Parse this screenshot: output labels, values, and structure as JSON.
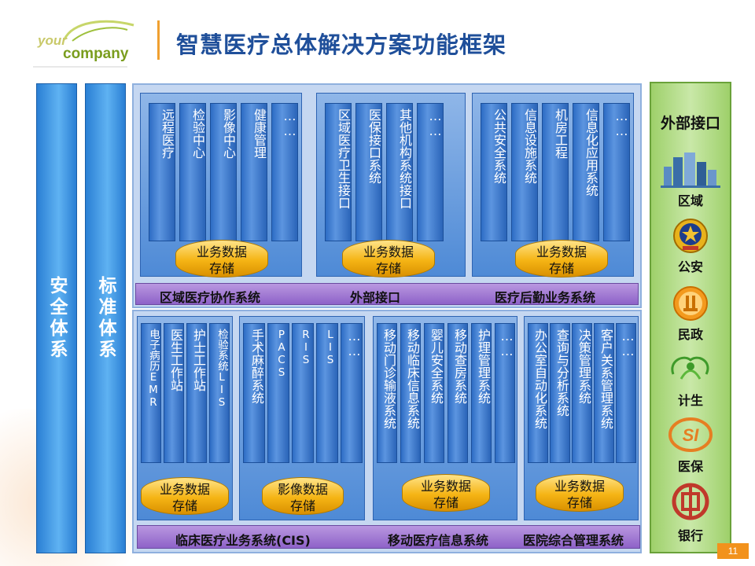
{
  "header": {
    "logo_your": "your",
    "logo_company": "company",
    "title": "智慧医疗总体解决方案功能框架"
  },
  "sidebars": {
    "security": "安全体系",
    "standard": "标准体系"
  },
  "top": {
    "groups": [
      {
        "columns": [
          "远程医疗",
          "检验中心",
          "影像中心",
          "健康管理",
          "……"
        ],
        "db": [
          "业务数据",
          "存储"
        ]
      },
      {
        "columns": [
          "区域医疗卫生接口",
          "医保接口系统",
          "其他机构系统接口",
          "……"
        ],
        "db": [
          "业务数据",
          "存储"
        ]
      },
      {
        "columns": [
          "公共安全系统",
          "信息设施系统",
          "机房工程",
          "信息化应用系统",
          "……"
        ],
        "db": [
          "业务数据",
          "存储"
        ]
      }
    ],
    "bar_labels": [
      "区域医疗协作系统",
      "外部接口",
      "医疗后勤业务系统"
    ]
  },
  "bottom": {
    "groups": [
      {
        "columns": [
          "电子病历EMR",
          "医生工作站",
          "护士工作站",
          "检验系统LIS"
        ],
        "db": [
          "业务数据",
          "存储"
        ]
      },
      {
        "columns": [
          "手术麻醉系统",
          "PACS",
          "RIS",
          "LIS",
          "……"
        ],
        "db": [
          "影像数据",
          "存储"
        ]
      },
      {
        "columns": [
          "移动门诊输液系统",
          "移动临床信息系统",
          "婴儿安全系统",
          "移动查房系统",
          "护理管理系统",
          "……"
        ],
        "db": [
          "业务数据",
          "存储"
        ]
      },
      {
        "columns": [
          "办公室自动化系统",
          "查询与分析系统",
          "决策管理系统",
          "客户关系管理系统",
          "……"
        ],
        "db": [
          "业务数据",
          "存储"
        ]
      }
    ],
    "bar_labels": [
      "临床医疗业务系统(CIS)",
      "移动医疗信息系统",
      "医院综合管理系统"
    ]
  },
  "external": {
    "title": "外部接口",
    "items": [
      {
        "label": "区域",
        "icon": "buildings-icon"
      },
      {
        "label": "公安",
        "icon": "police-emblem-icon"
      },
      {
        "label": "民政",
        "icon": "civil-affairs-icon"
      },
      {
        "label": "计生",
        "icon": "family-planning-icon"
      },
      {
        "label": "医保",
        "icon": "social-insurance-icon"
      },
      {
        "label": "银行",
        "icon": "bank-icon"
      }
    ]
  },
  "page_number": "11",
  "colors": {
    "title": "#1f4f9a",
    "sidebar": "#3d93e4",
    "column": "#3f7fd4",
    "database": "#f5b414",
    "bar": "#a27ad4",
    "external_panel": "#b4dc8c"
  }
}
